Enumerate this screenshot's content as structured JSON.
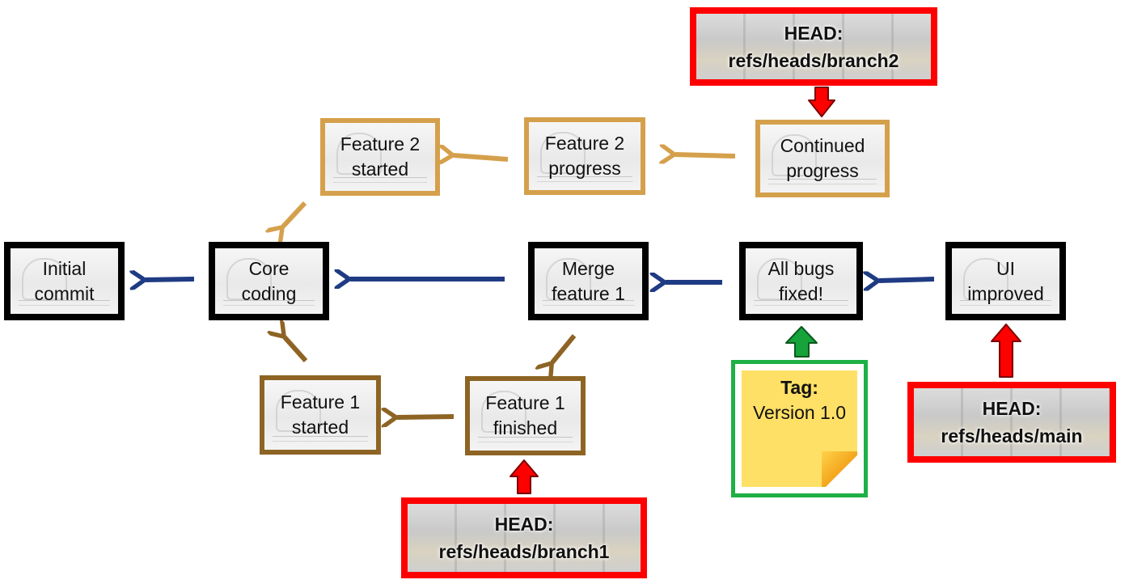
{
  "colors": {
    "main_line": "#1f3b83",
    "branch2_line": "#d5a04c",
    "branch1_line": "#8e6424",
    "head_border": "#ff0000",
    "head_arrow": "#ff0000",
    "tag_border": "#1eb045",
    "tag_arrow": "#16a33a",
    "note_fill": "#ffe066"
  },
  "commits": {
    "initial": [
      "Initial",
      "commit"
    ],
    "core": [
      "Core",
      "coding"
    ],
    "merge": [
      "Merge",
      "feature 1"
    ],
    "bugs": [
      "All bugs",
      "fixed!"
    ],
    "ui": [
      "UI",
      "improved"
    ],
    "f2_started": [
      "Feature 2",
      "started"
    ],
    "f2_progress": [
      "Feature 2",
      "progress"
    ],
    "continued": [
      "Continued",
      "progress"
    ],
    "f1_started": [
      "Feature 1",
      "started"
    ],
    "f1_finished": [
      "Feature 1",
      "finished"
    ]
  },
  "heads": {
    "branch2": [
      "HEAD:",
      "refs/heads/branch2"
    ],
    "main": [
      "HEAD:",
      "refs/heads/main"
    ],
    "branch1": [
      "HEAD:",
      "refs/heads/branch1"
    ]
  },
  "tag": {
    "label": "Tag:",
    "value": "Version 1.0"
  }
}
